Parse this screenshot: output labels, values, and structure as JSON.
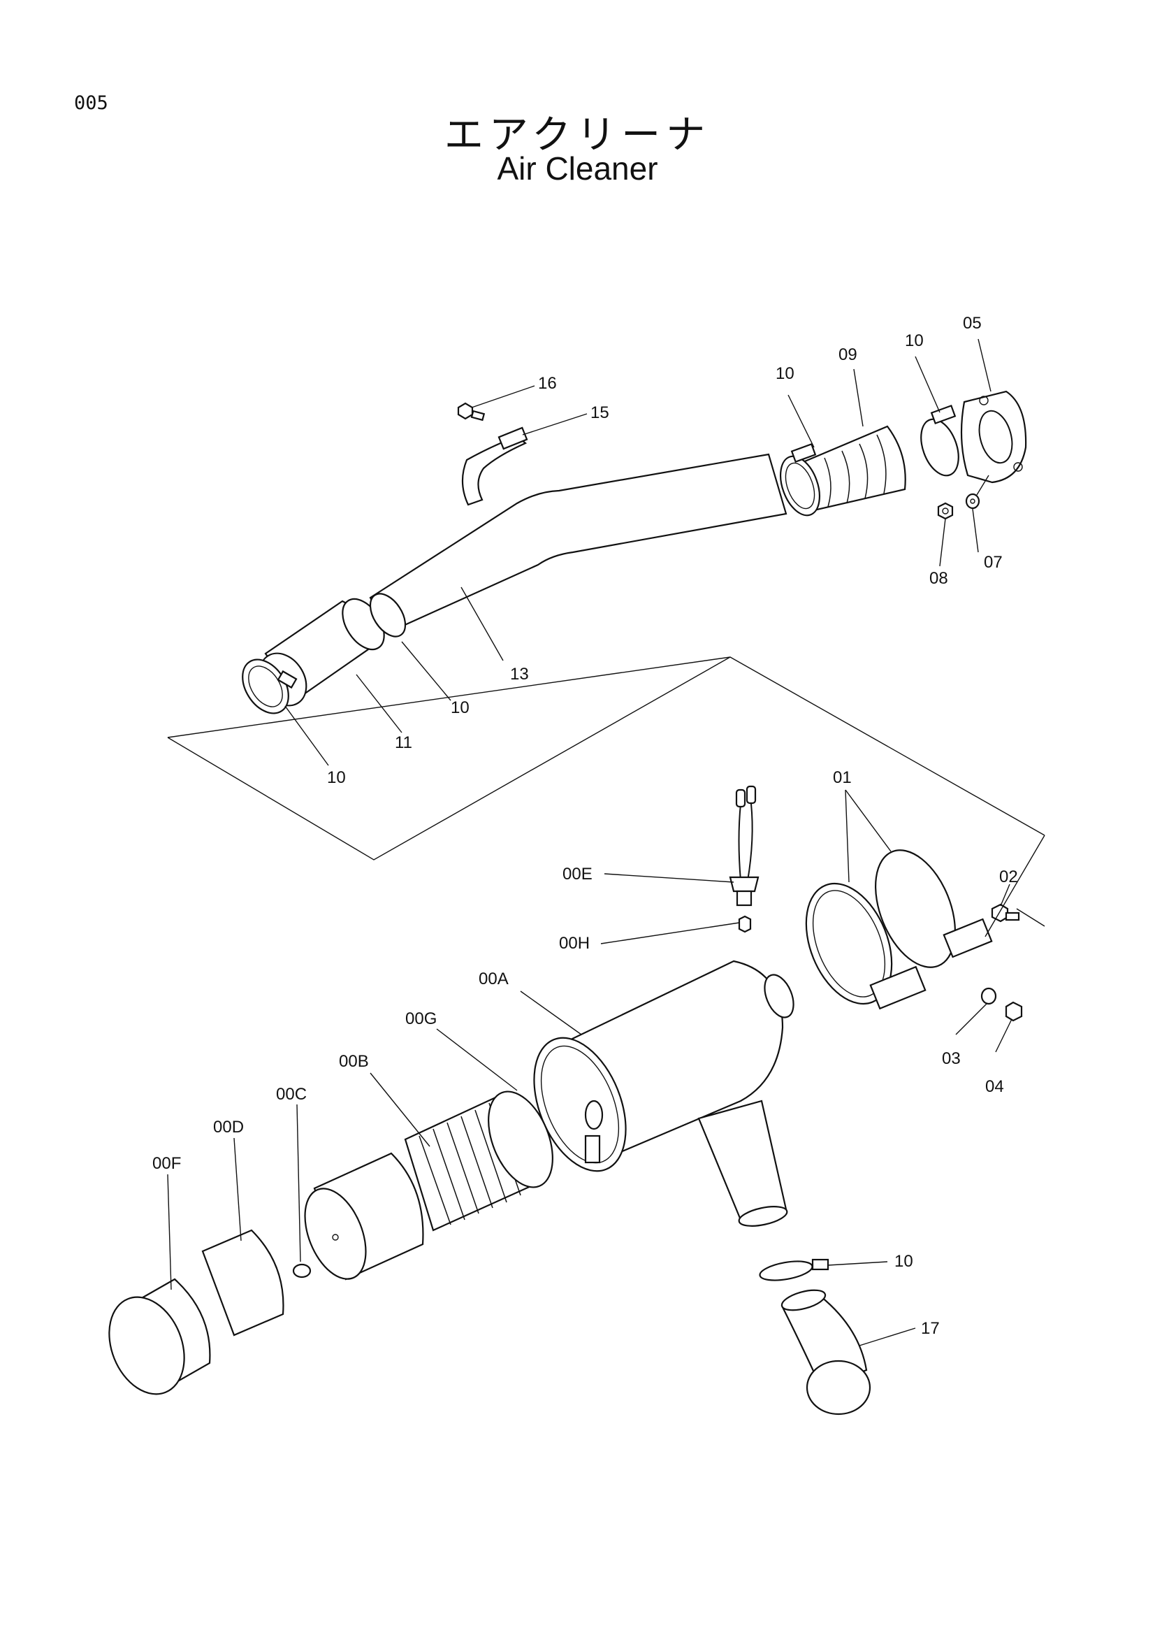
{
  "header": {
    "page_number": "005",
    "title_ja": "エアクリーナ",
    "title_en": "Air Cleaner"
  },
  "callouts": {
    "p16": "16",
    "p15": "15",
    "p10_top_left": "10",
    "p09": "09",
    "p10_top_right": "10",
    "p05": "05",
    "p08": "08",
    "p07": "07",
    "p13": "13",
    "p10_mid": "10",
    "p11": "11",
    "p10_low": "10",
    "p01": "01",
    "p00E": "00E",
    "p02": "02",
    "p00H": "00H",
    "p00A": "00A",
    "p03": "03",
    "p04": "04",
    "p00G": "00G",
    "p00B": "00B",
    "p00C": "00C",
    "p00D": "00D",
    "p00F": "00F",
    "p10_bottom": "10",
    "p17": "17"
  }
}
